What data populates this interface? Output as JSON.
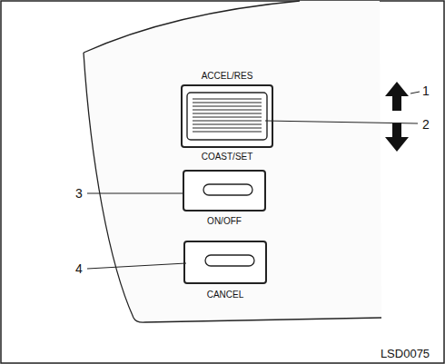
{
  "diagram": {
    "labels": [
      "ACCEL/RES",
      "COAST/SET",
      "ON/OFF",
      "CANCEL",
      "1",
      "2",
      "3",
      "4",
      "LSD0075"
    ]
  }
}
